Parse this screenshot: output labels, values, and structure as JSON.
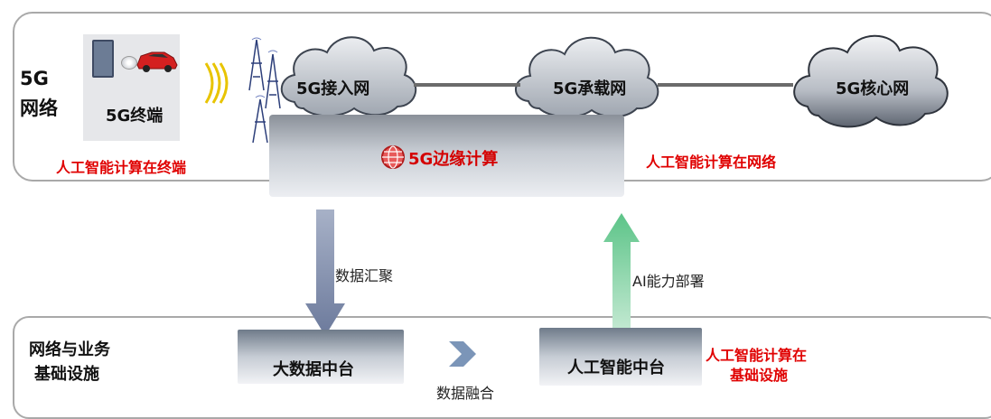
{
  "network": {
    "label_line1": "5G",
    "label_line2": "网络",
    "terminal_label": "5G终端",
    "access_net": "5G接入网",
    "bearer_net": "5G承载网",
    "core_net": "5G核心网",
    "edge_compute": "5G边缘计算",
    "ai_at_terminal": "人工智能计算在终端",
    "ai_in_network": "人工智能计算在网络"
  },
  "flows": {
    "data_aggregation": "数据汇聚",
    "ai_deployment": "AI能力部署",
    "data_fusion": "数据融合"
  },
  "infrastructure": {
    "label_line1": "网络与业务",
    "label_line2": "基础设施",
    "big_data_platform": "大数据中台",
    "ai_platform": "人工智能中台",
    "ai_in_infra_line1": "人工智能计算在",
    "ai_in_infra_line2": "基础设施"
  },
  "colors": {
    "accent_red": "#e00000",
    "down_arrow": "#7f8aa8",
    "up_arrow": "#8fd1a6",
    "chevron": "#7b95b8",
    "globe": "#d93a3a"
  }
}
